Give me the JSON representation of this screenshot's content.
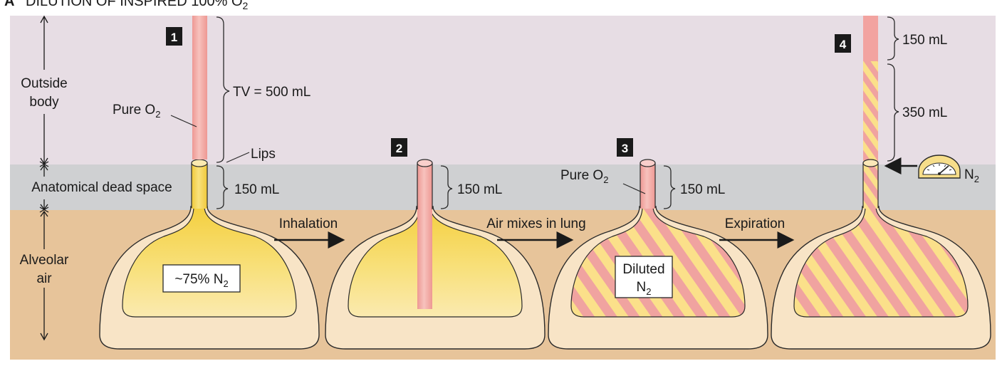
{
  "header": {
    "panel_letter": "A",
    "title": "DILUTION OF INSPIRED 100% O",
    "title_subscript": "2"
  },
  "regions": {
    "outside_body_line1": "Outside",
    "outside_body_line2": "body",
    "dead_space": "Anatomical dead space",
    "alveolar_line1": "Alveolar",
    "alveolar_line2": "air"
  },
  "steps": [
    {
      "number": "1",
      "pure_o2_label": "Pure O",
      "pure_o2_sub": "2",
      "tv_label": "TV = 500 mL",
      "lips_label": "Lips",
      "dead_space_volume": "150 mL",
      "box_label": "~75% N",
      "box_sub": "2"
    },
    {
      "number": "2",
      "dead_space_volume": "150 mL"
    },
    {
      "number": "3",
      "pure_o2_label": "Pure O",
      "pure_o2_sub": "2",
      "dead_space_volume": "150 mL",
      "box_line1": "Diluted",
      "box_line2": "N",
      "box_sub": "2"
    },
    {
      "number": "4",
      "top_volume": "150 mL",
      "mid_volume": "350 mL",
      "meter_label": "N",
      "meter_sub": "2"
    }
  ],
  "arrows": {
    "a1": "Inhalation",
    "a2": "Air mixes in lung",
    "a3": "Expiration"
  },
  "colors": {
    "outside_bg": "#e7dde4",
    "dead_space_bg": "#cfd0d2",
    "alveolar_bg": "#e7c49a",
    "lung_wall": "#f8e4c6",
    "yellow": "#f7dc6a",
    "pink": "#f2a3a0",
    "stripe_yellow": "#fbe08a",
    "stripe_pink": "#f0a3a0"
  }
}
